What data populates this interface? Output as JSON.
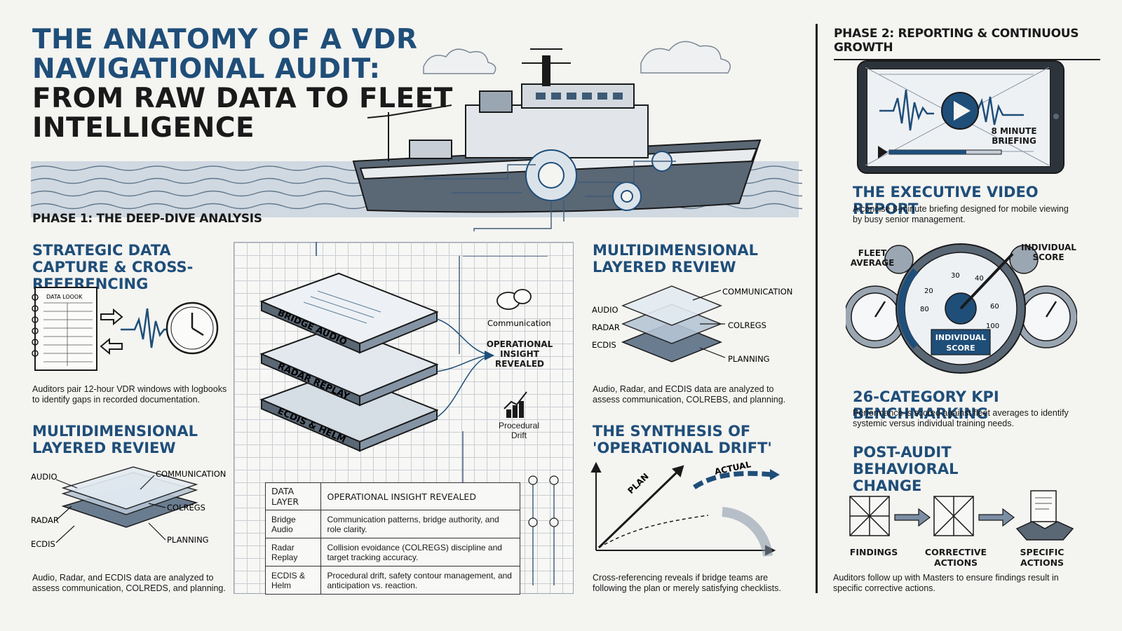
{
  "title": {
    "line1": "THE ANATOMY OF A VDR NAVIGATIONAL AUDIT:",
    "line2": "FROM RAW DATA TO FLEET INTELLIGENCE"
  },
  "phase1": {
    "label": "PHASE 1: THE DEEP-DIVE ANALYSIS",
    "capture": {
      "heading": "STRATEGIC DATA CAPTURE & CROSS-REFERENCING",
      "logbook_title": "DATA LOOOK",
      "body": "Auditors pair 12-hour VDR windows with logbooks to identify gaps in recorded documentation."
    },
    "review_left": {
      "heading": "MULTIDIMENSIONAL LAYERED REVIEW",
      "labels": {
        "audio": "AUDIO",
        "radar": "RADAR",
        "ecdis": "ECDIS",
        "communication": "COMMUNICATION",
        "colregs": "COLREGS",
        "planning": "PLANNING"
      },
      "body": "Audio, Radar, and ECDIS data are analyzed to assess communication, COLREDS, and planning."
    },
    "center": {
      "layers": [
        "BRIDGE AUDIO",
        "RADAR REPLAY",
        "ECDIS & HELM"
      ],
      "communication": "Communication",
      "insight": "OPERATIONAL INSIGHT REVEALED",
      "drift": "Procedural Drift",
      "table": {
        "headers": [
          "DATA LAYER",
          "OPERATIONAL INSIGHT REVEALED"
        ],
        "rows": [
          [
            "Bridge Audio",
            "Communication patterns, bridge authority, and role clarity."
          ],
          [
            "Radar Replay",
            "Collision evoidance (COLREGS) discipline and target tracking accuracy."
          ],
          [
            "ECDIS & Helm",
            "Procedural drift, safety contour management, and anticipation vs. reaction."
          ]
        ]
      }
    },
    "review_right": {
      "heading": "MULTIDIMENSIONAL LAYERED REVIEW",
      "labels": {
        "audio": "AUDIO",
        "radar": "RADAR",
        "ecdis": "ECDIS",
        "communication": "COMMUNICATION",
        "colregs": "COLREGS",
        "planning": "PLANNING"
      },
      "body": "Audio, Radar, and ECDIS data are analyzed to assess communication, COLREBS, and planning."
    },
    "synthesis": {
      "heading": "THE SYNTHESIS OF 'OPERATIONAL DRIFT'",
      "plan": "PLAN",
      "actual": "ACTUAL",
      "body": "Cross-referencing reveals if bridge teams are following the plan or merely satisfying checklists."
    }
  },
  "phase2": {
    "label": "PHASE 2: REPORTING & CONTINUOUS GROWTH",
    "video": {
      "overlay": "8 MINUTE BRIEFING",
      "heading": "THE EXECUTIVE VIDEO REPORT",
      "body": "A concise 8-minute briefing designed for mobile viewing by busy senior management."
    },
    "kpi": {
      "fleet_avg": "FLEET AVERAGE",
      "individual": "INDIVIDUAL SCORE",
      "gauge_center": "INDIVIDUAL SCORE",
      "ticks": [
        "30",
        "40",
        "20",
        "60",
        "80",
        "100"
      ],
      "heading": "26-CATEGORY KPI BENCHMARKING",
      "body": "Performance is scored against fleet averages to identify systemic versus individual training needs."
    },
    "behavior": {
      "heading": "POST-AUDIT BEHAVIORAL CHANGE",
      "steps": [
        "FINDINGS",
        "CORRECTIVE ACTIONS",
        "SPECIFIC ACTIONS"
      ],
      "body": "Auditors follow up with Masters to ensure findings result in specific corrective actions."
    }
  }
}
